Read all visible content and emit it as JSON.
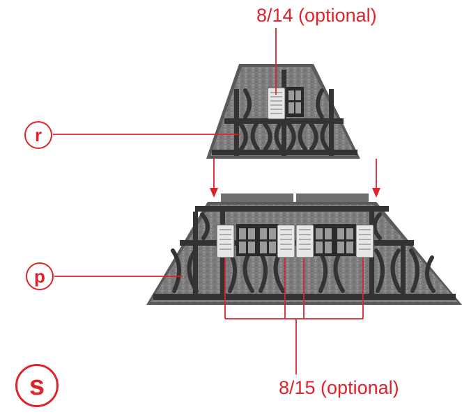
{
  "labels": {
    "top_part": "8/14 (optional)",
    "bottom_parts": "8/15 (optional)",
    "upper_gable": "r",
    "lower_gable": "p",
    "step": "s"
  },
  "colors": {
    "accent": "#e0222a",
    "wall": "#5f5f5f",
    "plaster": "#8c8c8c",
    "timber": "#303030",
    "shutter": "#e6e6e6",
    "ridge_strip": "#6e6e6e"
  }
}
